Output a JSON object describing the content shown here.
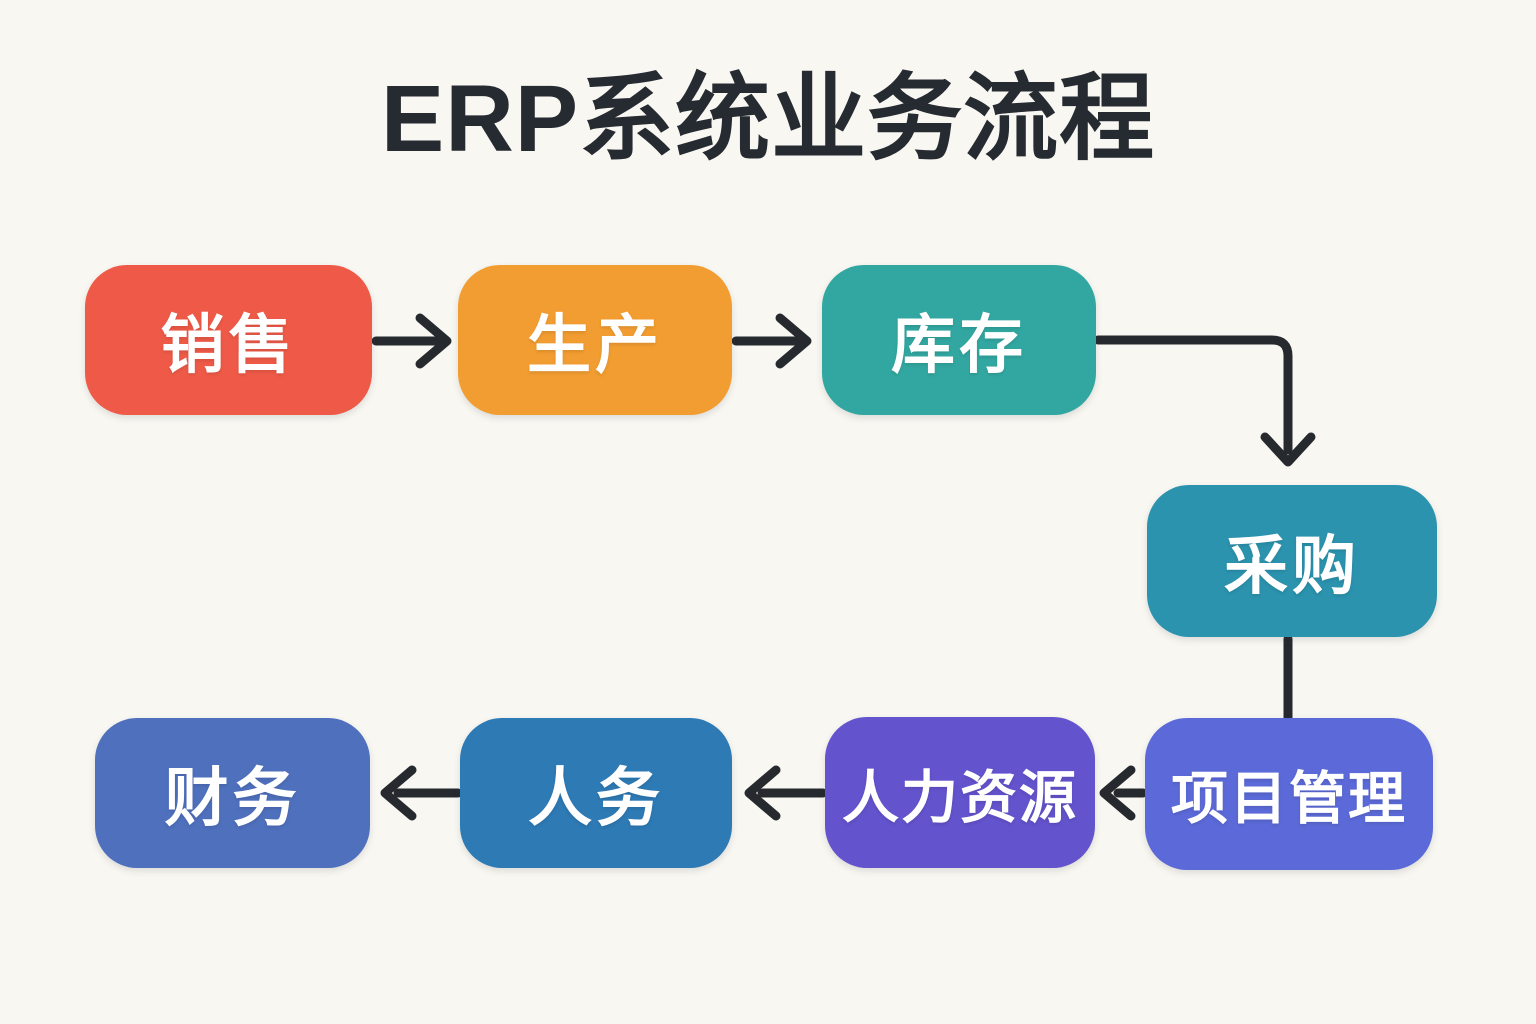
{
  "title": "ERP系统业务流程",
  "colors": {
    "background": "#f8f7f2",
    "title_text": "#262b31",
    "arrow": "#262a2e",
    "node_text": "#ffffff"
  },
  "nodes": [
    {
      "id": "sales",
      "label": "销售",
      "color": "#ee5a47"
    },
    {
      "id": "production",
      "label": "生产",
      "color": "#f29d31"
    },
    {
      "id": "inventory",
      "label": "库存",
      "color": "#32a7a1"
    },
    {
      "id": "procurement",
      "label": "采购",
      "color": "#2b93ae"
    },
    {
      "id": "project-management",
      "label": "项目管理",
      "color": "#5b6ad8"
    },
    {
      "id": "human-resources",
      "label": "人力资源",
      "color": "#6353cd"
    },
    {
      "id": "personnel",
      "label": "人务",
      "color": "#2e7ab5"
    },
    {
      "id": "finance",
      "label": "财务",
      "color": "#4f70bd"
    }
  ],
  "edges": [
    {
      "from": "销售",
      "to": "生产",
      "direction": "right"
    },
    {
      "from": "生产",
      "to": "库存",
      "direction": "right"
    },
    {
      "from": "库存",
      "to": "采购",
      "direction": "right-then-down"
    },
    {
      "from": "采购",
      "to": "项目管理",
      "direction": "down"
    },
    {
      "from": "项目管理",
      "to": "人力资源",
      "direction": "left"
    },
    {
      "from": "人力资源",
      "to": "人务",
      "direction": "left"
    },
    {
      "from": "人务",
      "to": "财务",
      "direction": "left"
    }
  ]
}
